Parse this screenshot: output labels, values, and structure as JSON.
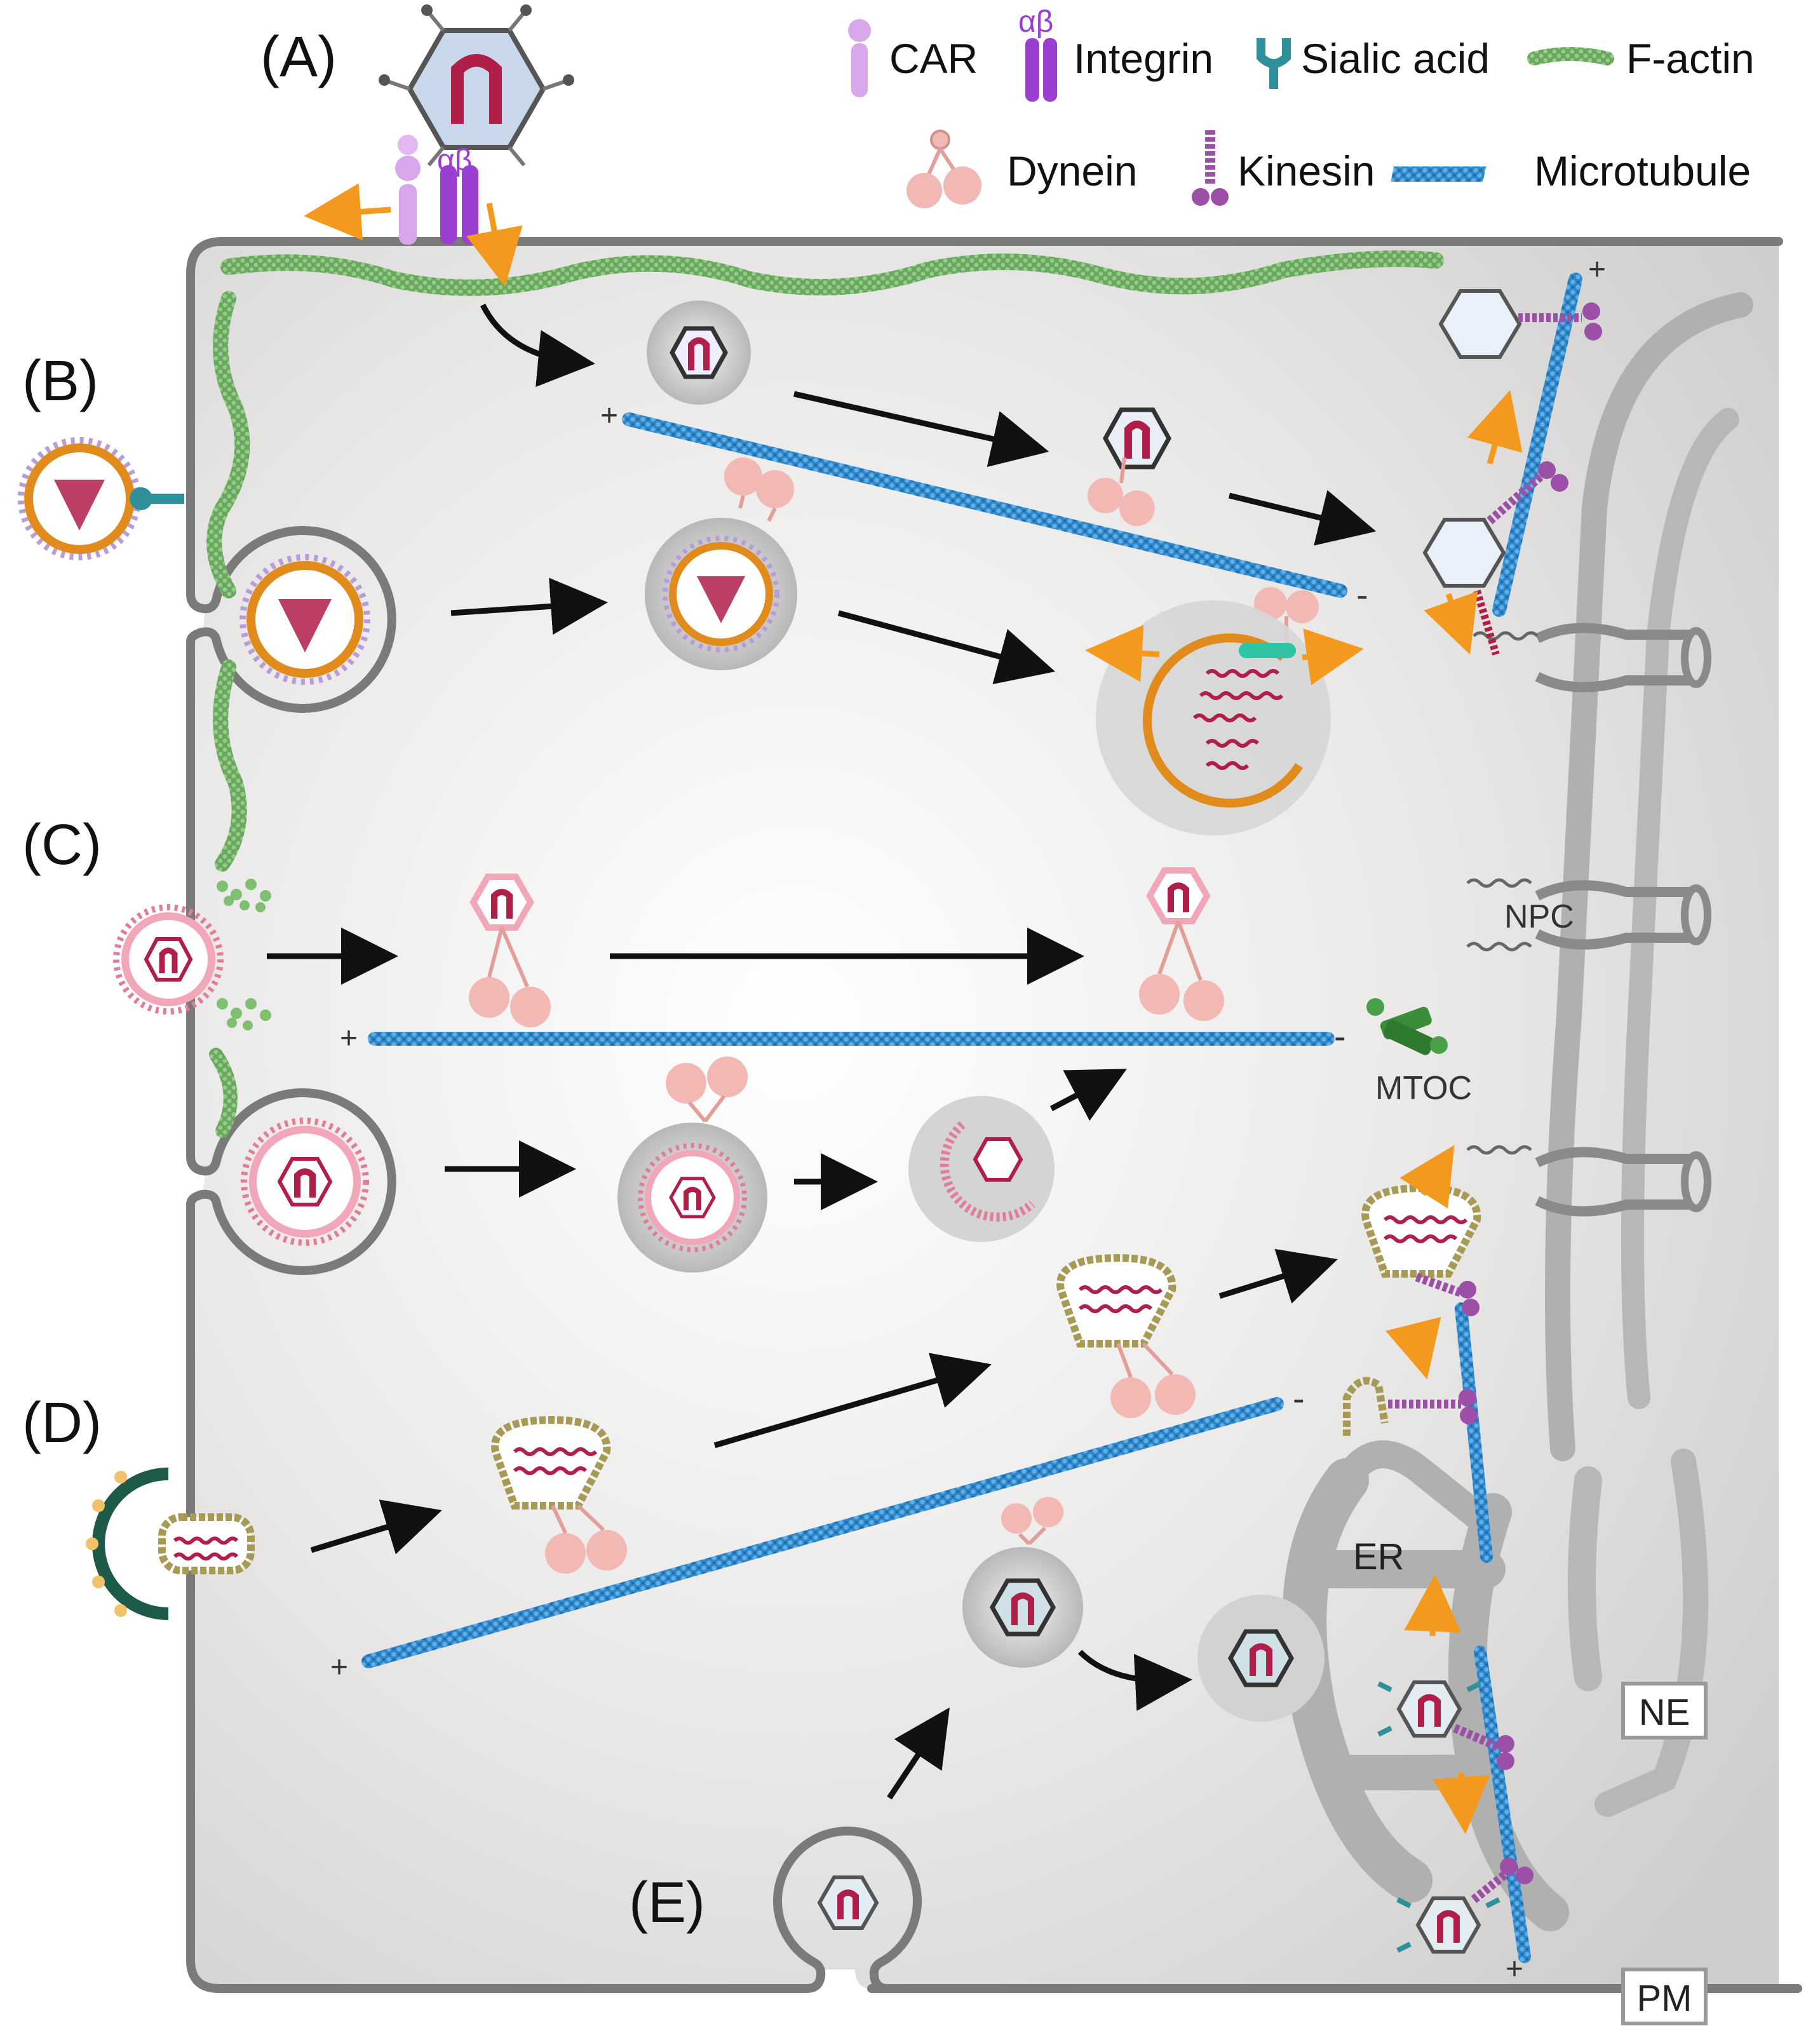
{
  "colors": {
    "membrane": "#7a7a7a",
    "cytoplasm": "#e6e5e4",
    "nucleus": "#b3b3b3",
    "factin": "#76b06a",
    "microtubule": "#3a8fd0",
    "dynein": "#f2b8b4",
    "kinesin": "#9b4fa6",
    "car": "#d9a6ec",
    "integrin": "#9b3fd2",
    "sialic": "#2f8f9a",
    "genome": "#b01e4a",
    "arrow_orange": "#f39a1e",
    "arrow_black": "#111111",
    "envelope_orange": "#f29a1a",
    "envelope_pink": "#f2a7b9",
    "capsid_olive": "#a69a55"
  },
  "panels": {
    "a": "(A)",
    "b": "(B)",
    "c": "(C)",
    "d": "(D)",
    "e": "(E)"
  },
  "legend": {
    "car": "CAR",
    "integrin": "Integrin",
    "sialic_acid": "Sialic acid",
    "factin": "F-actin",
    "dynein": "Dynein",
    "kinesin": "Kinesin",
    "microtubule": "Microtubule",
    "integrin_subunits": "αβ"
  },
  "labels": {
    "npc": "NPC",
    "mtoc": "MTOC",
    "er": "ER",
    "ne": "NE",
    "pm": "PM",
    "plus": "+",
    "minus": "-"
  },
  "icons": {
    "virus_capsid": "hexagon-capsid-icon",
    "enveloped_virus": "enveloped-virus-icon",
    "endosome": "endosome-icon",
    "motor_dynein": "dynein-motor-icon",
    "motor_kinesin": "kinesin-motor-icon"
  }
}
